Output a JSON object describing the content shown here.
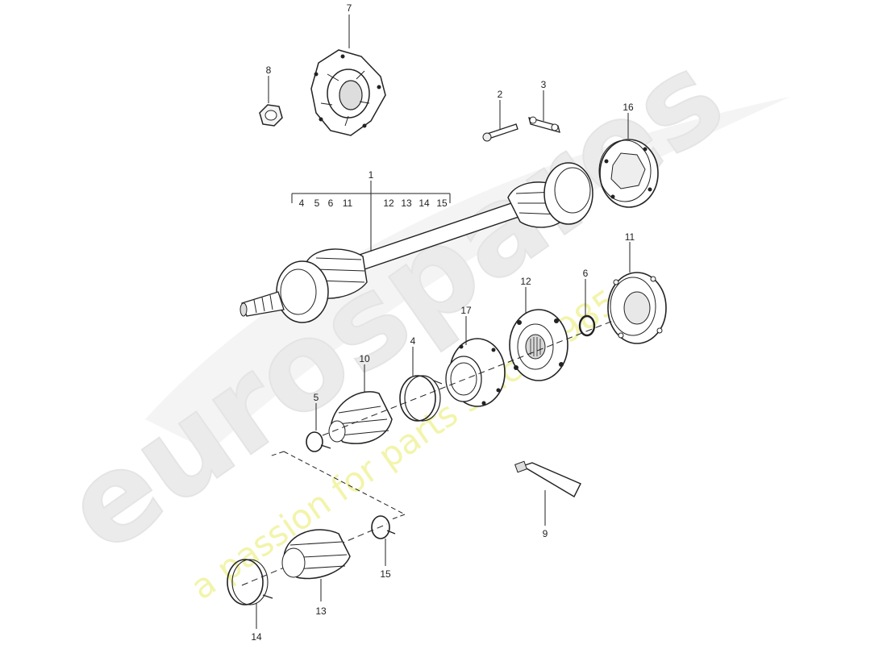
{
  "watermark": {
    "brand": "eurospares",
    "tagline": "a passion for parts since 1985",
    "brand_color": "#e9e9e9",
    "tagline_color": "#f1f3a3"
  },
  "group_label": {
    "callout": "1",
    "components": [
      "4",
      "5",
      "6",
      "11",
      "12",
      "13",
      "14",
      "15"
    ]
  },
  "callouts": {
    "p2": "2",
    "p3": "3",
    "p4": "4",
    "p5": "5",
    "p6": "6",
    "p7": "7",
    "p8": "8",
    "p9": "9",
    "p10": "10",
    "p11": "11",
    "p12": "12",
    "p13": "13",
    "p14": "14",
    "p15": "15",
    "p16": "16",
    "p17": "17"
  },
  "icons": {
    "drive_shaft": "drive-shaft-icon",
    "flange": "flange-icon",
    "nut": "hex-nut-icon",
    "bolt": "bolt-icon",
    "lock_plate": "lock-plate-icon",
    "cv_joint": "cv-joint-icon",
    "boot": "rubber-boot-icon",
    "clamp": "hose-clamp-icon",
    "grease_tube": "grease-tube-icon"
  }
}
